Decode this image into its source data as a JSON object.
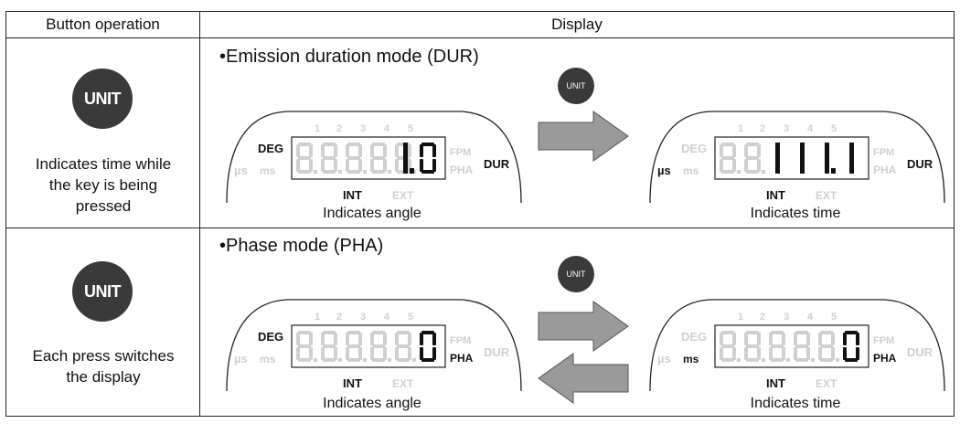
{
  "header": {
    "col1": "Button operation",
    "col2": "Display"
  },
  "rows": [
    {
      "button_label": "UNIT",
      "operation_text": [
        "Indicates time while",
        "the key is being",
        "pressed"
      ],
      "mode_title": "•Emission duration mode (DUR)",
      "left_caption": "Indicates angle",
      "right_caption": "Indicates time",
      "small_button_label": "UNIT"
    },
    {
      "button_label": "UNIT",
      "operation_text": [
        "Each press switches",
        "the display"
      ],
      "mode_title": "•Phase mode (PHA)",
      "left_caption": "Indicates angle",
      "right_caption": "Indicates time",
      "small_button_label": "UNIT"
    }
  ],
  "lcd_labels": {
    "us": "µs",
    "ms": "ms",
    "deg": "DEG",
    "fpm": "FPM",
    "dur": "DUR",
    "pha": "PHA",
    "int": "INT",
    "ext": "EXT",
    "n1": "1",
    "n2": "2",
    "n3": "3",
    "n4": "4",
    "n5": "5"
  },
  "displays": {
    "r1_left": {
      "ghost": "8.8.8.8.8.",
      "value": "1.0",
      "active": [
        "deg",
        "dur",
        "int"
      ]
    },
    "r1_right": {
      "ghost": "8.8.",
      "value": "1 1 1.1",
      "active": [
        "us",
        "dur",
        "int"
      ]
    },
    "r2_left": {
      "ghost": "8.8.8.8.8.",
      "value": "0",
      "active": [
        "deg",
        "pha",
        "int"
      ]
    },
    "r2_right": {
      "ghost": "8.8.8.8.8.",
      "value": "0",
      "active": [
        "ms",
        "pha",
        "int"
      ]
    }
  },
  "colors": {
    "button_fill": "#3a3a3a",
    "arrow_fill": "#9a9a9a",
    "lcd_off": "#d0d0d0",
    "lcd_on": "#111111"
  }
}
